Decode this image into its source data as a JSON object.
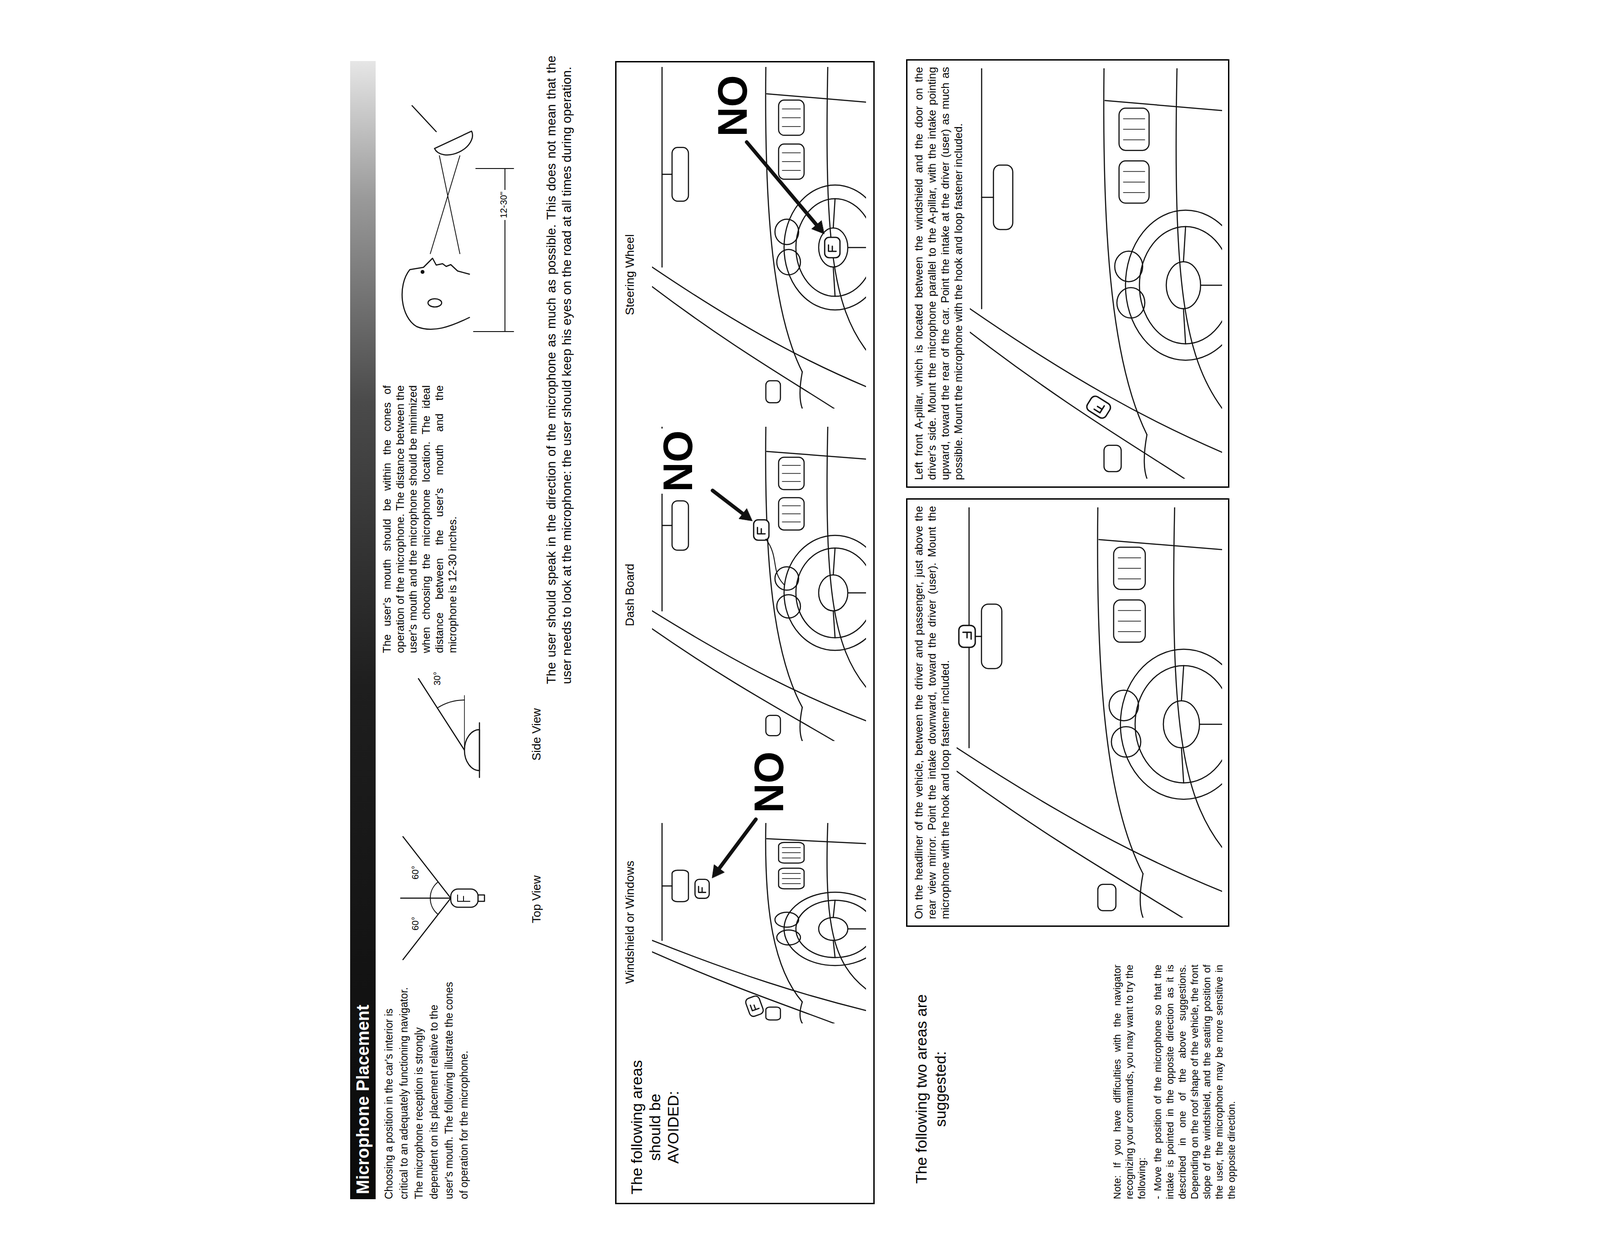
{
  "diagram": {
    "title": "Microphone Placement",
    "nodes": [
      {
        "text": [
          "The following areas should be AVOIDED:",
          "Windshield or Windows",
          "Dash Board",
          "Steering Wheel",
          "NO",
          "NO",
          "NO"
        ]
      },
      {
        "text": [
          "On the headliner of the vehicle, between the driver and passenger, just above the rear view mirror. Point the intake downward, toward the driver (user). Mount the microphone with the hook and loop fastener included."
        ]
      },
      {
        "text": [
          "Left front A-pillar, which is located between the windshield and the door on the driver's side. Mount the microphone parallel to the A-pillar, with the intake pointing upward, toward the rear of the car. Point the intake at the driver (user) as much as possible. Mount the microphone with the hook and loop fastener included."
        ]
      }
    ],
    "labels": [
      "Choosing a position in the car's interior is critical to an adequately functioning navigator. The microphone reception is strongly dependent on its placement relative to the user's mouth. The following illustrate the cones of operation for the microphone.",
      "60°",
      "60°",
      "Top View",
      "30°",
      "Side View",
      "The user's mouth should be within the cones of operation of the microphone. The distance between the user's mouth and the microphone should be minimized when choosing the microphone location. The ideal distance between the user's mouth and the microphone is 12-30 inches.",
      "12-30\"",
      "The user should speak in the direction of the microphone as much as possible. This does not mean that the user needs to look at the microphone: the user should keep his eyes on the road at all times during operation.",
      "The following two areas are suggested:",
      "Note: If you have difficulties with the navigator recognizing your commands, you may want to try the following:",
      "- Move the position of the microphone so that the intake is pointed in the opposite direction as it is described in one of the above suggestions. Depending on the roof shape of the vehicle, the front slope of the windshield, and the seating position of the user, the microphone may be more sensitive in the opposite direction."
    ]
  }
}
